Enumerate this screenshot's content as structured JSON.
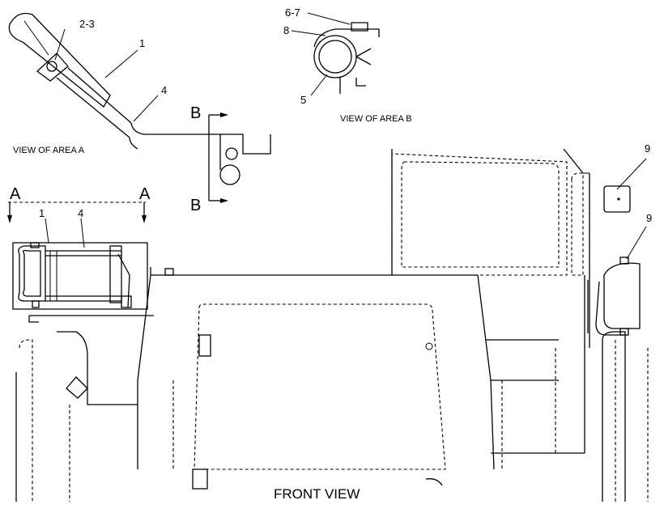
{
  "callouts": {
    "c23": "2-3",
    "c1_top": "1",
    "c4_top": "4",
    "c67": "6-7",
    "c8": "8",
    "c5": "5",
    "c1_left": "1",
    "c4_left": "4",
    "c9_upper": "9",
    "c9_lower": "9"
  },
  "sections": {
    "a_left": "A",
    "a_right": "A",
    "b_top": "B",
    "b_bottom": "B"
  },
  "captions": {
    "view_a": "VIEW OF AREA A",
    "view_b": "VIEW OF AREA B",
    "front_view": "FRONT VIEW"
  }
}
